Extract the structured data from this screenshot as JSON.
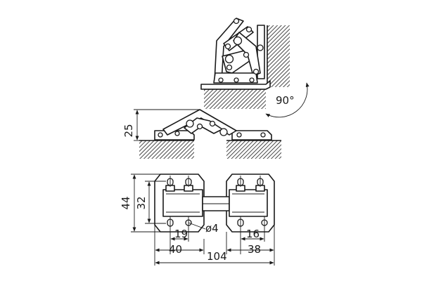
{
  "diagram": {
    "angle_label": "90°",
    "height_label": "25",
    "dimensions": {
      "outer_height": "44",
      "inner_height": "32",
      "left_hole_span": "19",
      "hole_diameter": "ø4",
      "right_hole_span": "16",
      "left_span": "40",
      "total_length": "104",
      "right_span": "38"
    }
  }
}
